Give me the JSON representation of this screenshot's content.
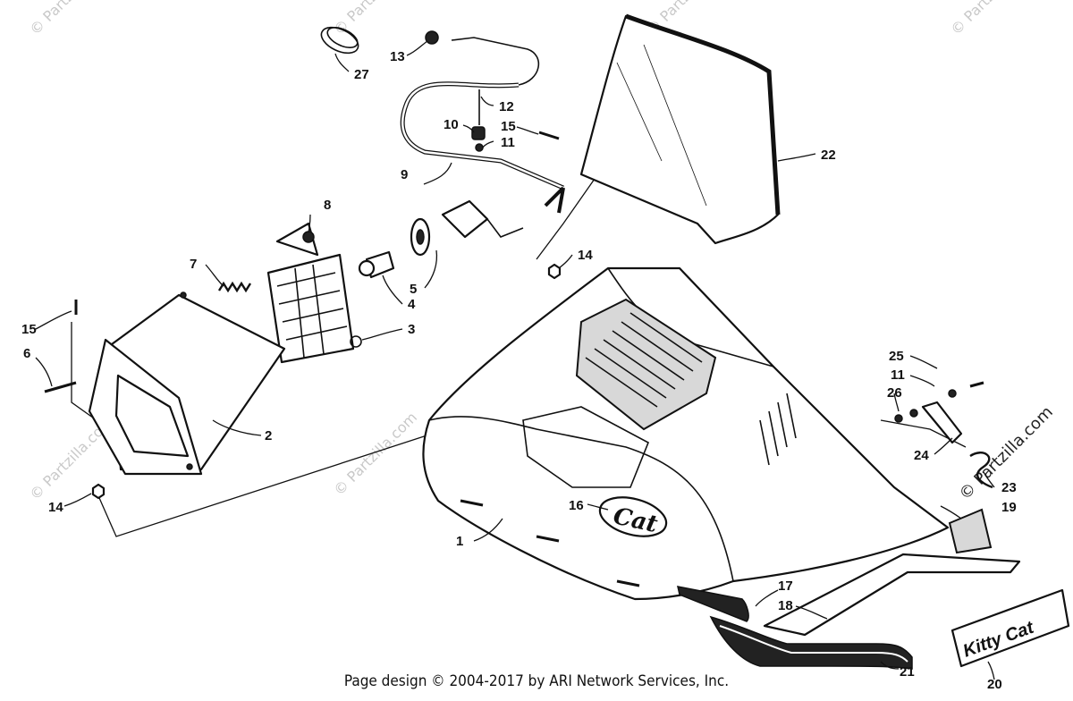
{
  "footer": "Page design © 2004-2017 by ARI Network Services, Inc.",
  "watermark": "© Partzilla.com",
  "hood_logo": "Cat",
  "decal_text": "Kitty Cat",
  "callouts": [
    {
      "id": "c1",
      "label": "1"
    },
    {
      "id": "c2",
      "label": "2"
    },
    {
      "id": "c3",
      "label": "3"
    },
    {
      "id": "c4",
      "label": "4"
    },
    {
      "id": "c5",
      "label": "5"
    },
    {
      "id": "c6",
      "label": "6"
    },
    {
      "id": "c7",
      "label": "7"
    },
    {
      "id": "c8",
      "label": "8"
    },
    {
      "id": "c9",
      "label": "9"
    },
    {
      "id": "c10",
      "label": "10"
    },
    {
      "id": "c11a",
      "label": "11"
    },
    {
      "id": "c11b",
      "label": "11"
    },
    {
      "id": "c12",
      "label": "12"
    },
    {
      "id": "c13",
      "label": "13"
    },
    {
      "id": "c14a",
      "label": "14"
    },
    {
      "id": "c14b",
      "label": "14"
    },
    {
      "id": "c15a",
      "label": "15"
    },
    {
      "id": "c15b",
      "label": "15"
    },
    {
      "id": "c16",
      "label": "16"
    },
    {
      "id": "c17",
      "label": "17"
    },
    {
      "id": "c18",
      "label": "18"
    },
    {
      "id": "c19",
      "label": "19"
    },
    {
      "id": "c20",
      "label": "20"
    },
    {
      "id": "c21",
      "label": "21"
    },
    {
      "id": "c22",
      "label": "22"
    },
    {
      "id": "c23",
      "label": "23"
    },
    {
      "id": "c24",
      "label": "24"
    },
    {
      "id": "c25",
      "label": "25"
    },
    {
      "id": "c26",
      "label": "26"
    },
    {
      "id": "c27",
      "label": "27"
    }
  ]
}
